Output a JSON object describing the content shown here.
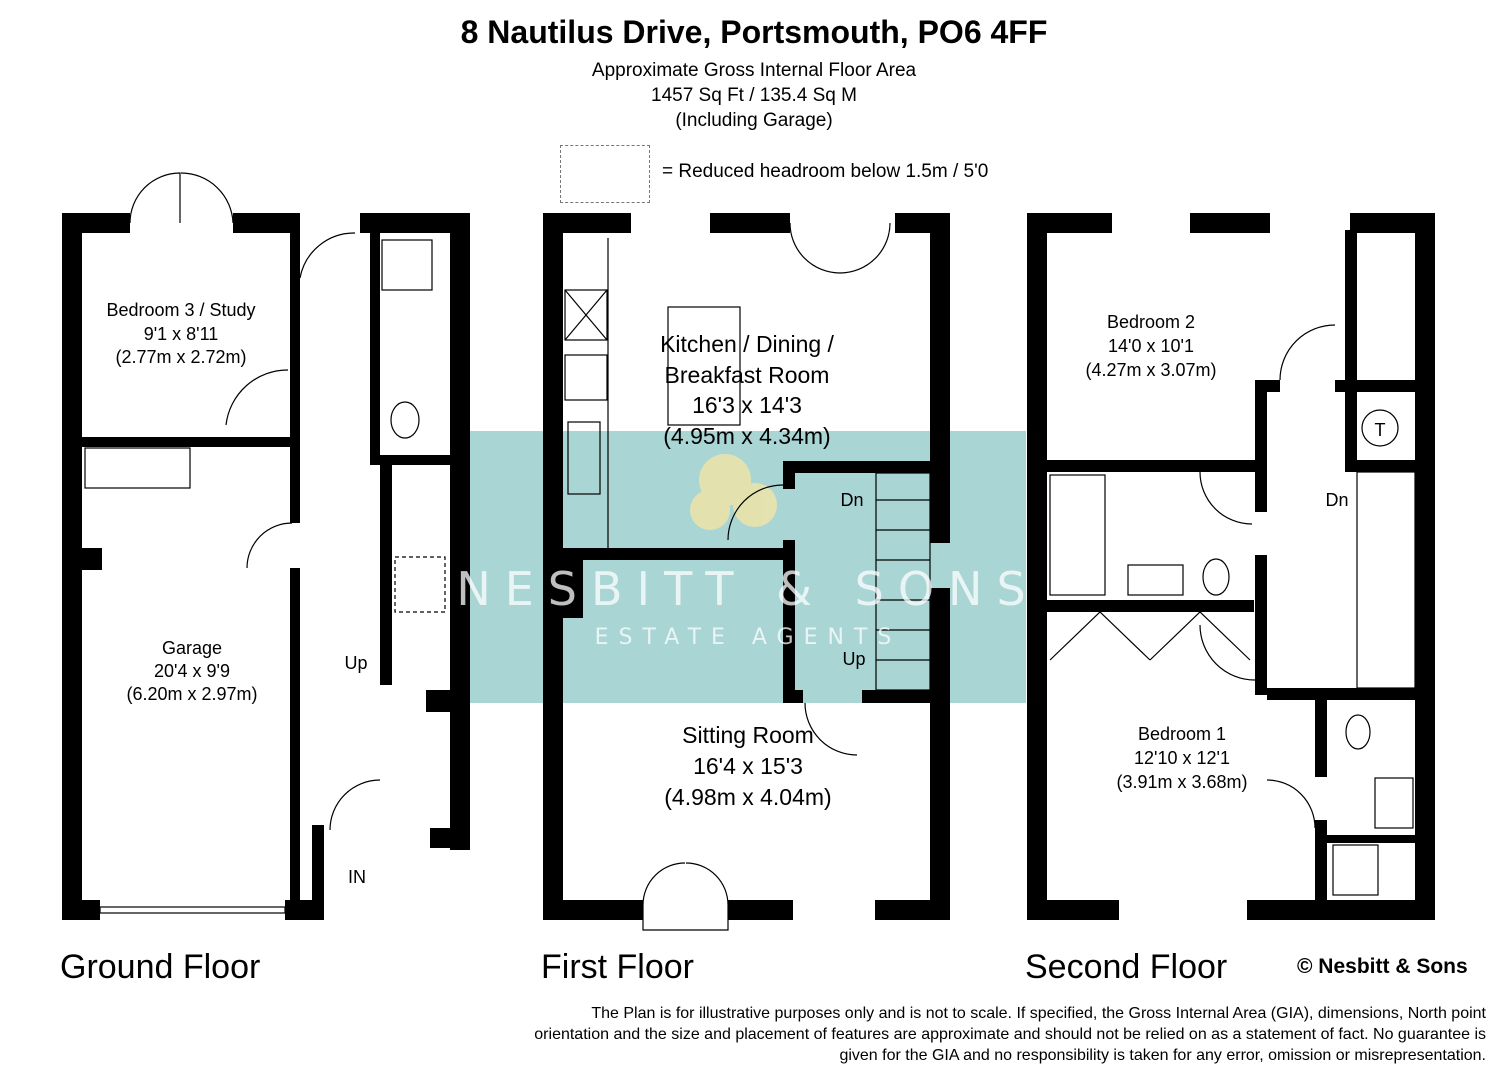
{
  "header": {
    "title": "8 Nautilus Drive, Portsmouth, PO6 4FF",
    "line1": "Approximate Gross Internal Floor Area",
    "line2": "1457 Sq Ft / 135.4 Sq M",
    "line3": "(Including Garage)"
  },
  "legend": {
    "text": "= Reduced headroom below 1.5m / 5'0"
  },
  "watermark": {
    "brand": "NESBITT & SONS",
    "tagline": "ESTATE AGENTS",
    "color": "#a9d5d4"
  },
  "floors": {
    "ground": {
      "label": "Ground Floor",
      "rooms": [
        {
          "name": "Bedroom 3 / Study",
          "imperial": "9'1 x 8'11",
          "metric": "(2.77m x 2.72m)"
        },
        {
          "name": "Garage",
          "imperial": "20'4 x 9'9",
          "metric": "(6.20m x 2.97m)"
        }
      ],
      "up": "Up",
      "entrance": "IN"
    },
    "first": {
      "label": "First Floor",
      "rooms": [
        {
          "name": "Kitchen / Dining /",
          "name2": "Breakfast Room",
          "imperial": "16'3 x 14'3",
          "metric": "(4.95m x 4.34m)"
        },
        {
          "name": "Sitting Room",
          "imperial": "16'4 x 15'3",
          "metric": "(4.98m x 4.04m)"
        }
      ],
      "down": "Dn",
      "up": "Up"
    },
    "second": {
      "label": "Second Floor",
      "rooms": [
        {
          "name": "Bedroom 2",
          "imperial": "14'0 x 10'1",
          "metric": "(4.27m x 3.07m)"
        },
        {
          "name": "Bedroom 1",
          "imperial": "12'10 x 12'1",
          "metric": "(3.91m x 3.68m)"
        }
      ],
      "down": "Dn",
      "tank": "T"
    }
  },
  "copyright": "© Nesbitt & Sons",
  "disclaimer": "The Plan is for illustrative purposes only and is not to scale. If specified, the Gross Internal Area (GIA), dimensions, North point orientation and the size and placement of features are approximate and should not be relied on as a statement of fact. No guarantee is given for the GIA and no responsibility is taken for any error, omission or misrepresentation."
}
